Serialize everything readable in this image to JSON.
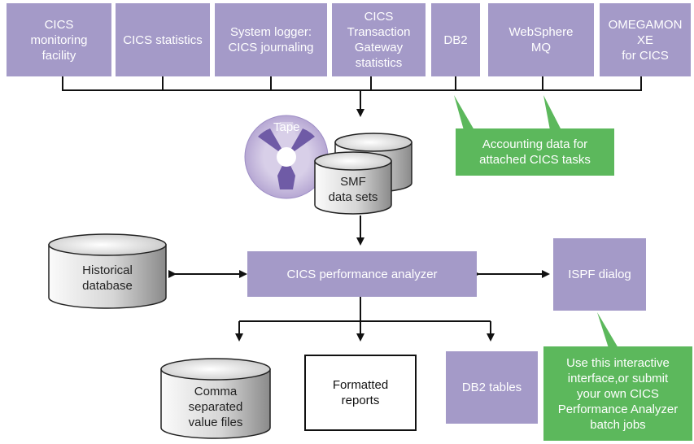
{
  "colors": {
    "box_fill": "#a49ac8",
    "note_fill": "#5cb85c",
    "line": "#111111",
    "cylinder_light": "#f2f2f2",
    "cylinder_dark": "#8a8a8a",
    "tape_light": "#cfc4e3",
    "tape_dark": "#6f5ba6"
  },
  "sources": [
    {
      "label": "CICS\nmonitoring\nfacility"
    },
    {
      "label": "CICS statistics"
    },
    {
      "label": "System logger:\nCICS journaling"
    },
    {
      "label": "CICS\nTransaction\nGateway\nstatistics"
    },
    {
      "label": "DB2"
    },
    {
      "label": "WebSphere\nMQ"
    },
    {
      "label": "OMEGAMON XE\nfor CICS"
    }
  ],
  "notes": {
    "accounting": "Accounting data for\nattached CICS tasks",
    "ispf_help": "Use this interactive\ninterface,or submit\nyour own CICS\nPerformance Analyzer\nbatch jobs"
  },
  "storage": {
    "tape": "Tape",
    "smf": "SMF\ndata sets"
  },
  "analyzer": "CICS performance analyzer",
  "historical": "Historical\ndatabase",
  "ispf": "ISPF dialog",
  "outputs": {
    "csv": "Comma\nseparated\nvalue files",
    "reports": "Formatted\nreports",
    "db2_tables": "DB2 tables"
  }
}
